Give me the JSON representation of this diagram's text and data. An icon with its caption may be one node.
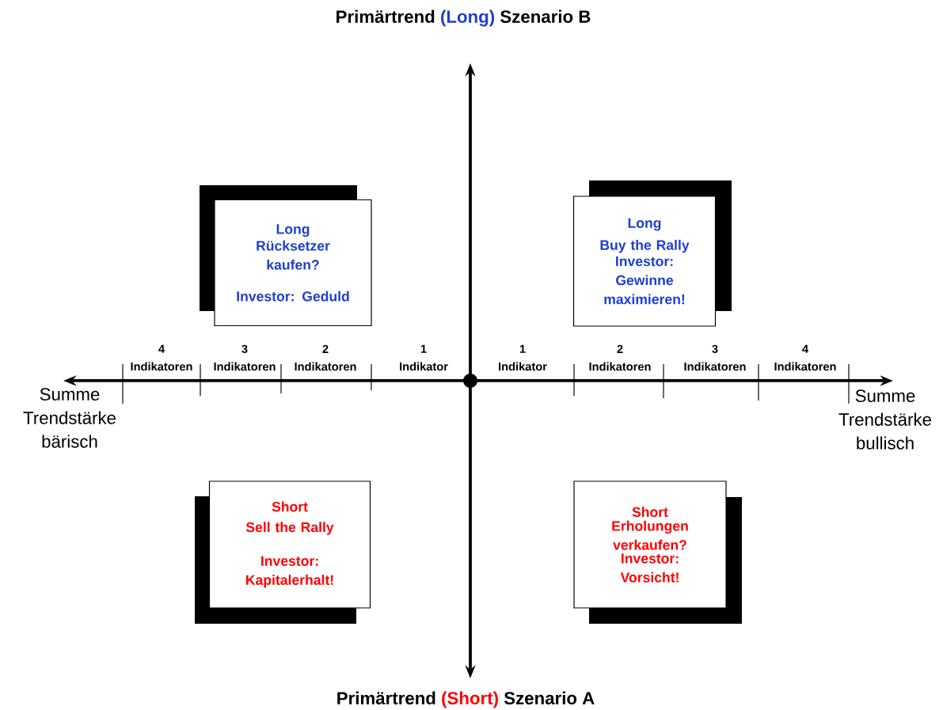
{
  "diagram": {
    "nodes": [
      {
        "text": [
          "Long",
          "Rücksetzer kaufen?",
          "Investor: Geduld"
        ]
      },
      {
        "text": [
          "Long",
          "Buy the Rally",
          "Investor: Gewinne maximieren!"
        ]
      },
      {
        "text": [
          "Short",
          "Sell the Rally",
          "Investor: Kapitalerhalt!"
        ]
      },
      {
        "text": [
          "Short",
          "Erholungen verkaufen?",
          "Investor: Vorsicht!"
        ]
      }
    ],
    "labels": [
      "Primärtrend",
      "(Long)",
      "Szenario B",
      "4 Indikatoren",
      "3 Indikatoren",
      "2 Indikatoren",
      "1 Indikator",
      "1 Indikator",
      "2 Indikatoren",
      "3 Indikatoren",
      "4 Indikatoren",
      "Summe Trendstärke bärisch",
      "Summe Trendstärke bullisch",
      "Primärtrend",
      "(Short)",
      "Szenario A"
    ]
  }
}
